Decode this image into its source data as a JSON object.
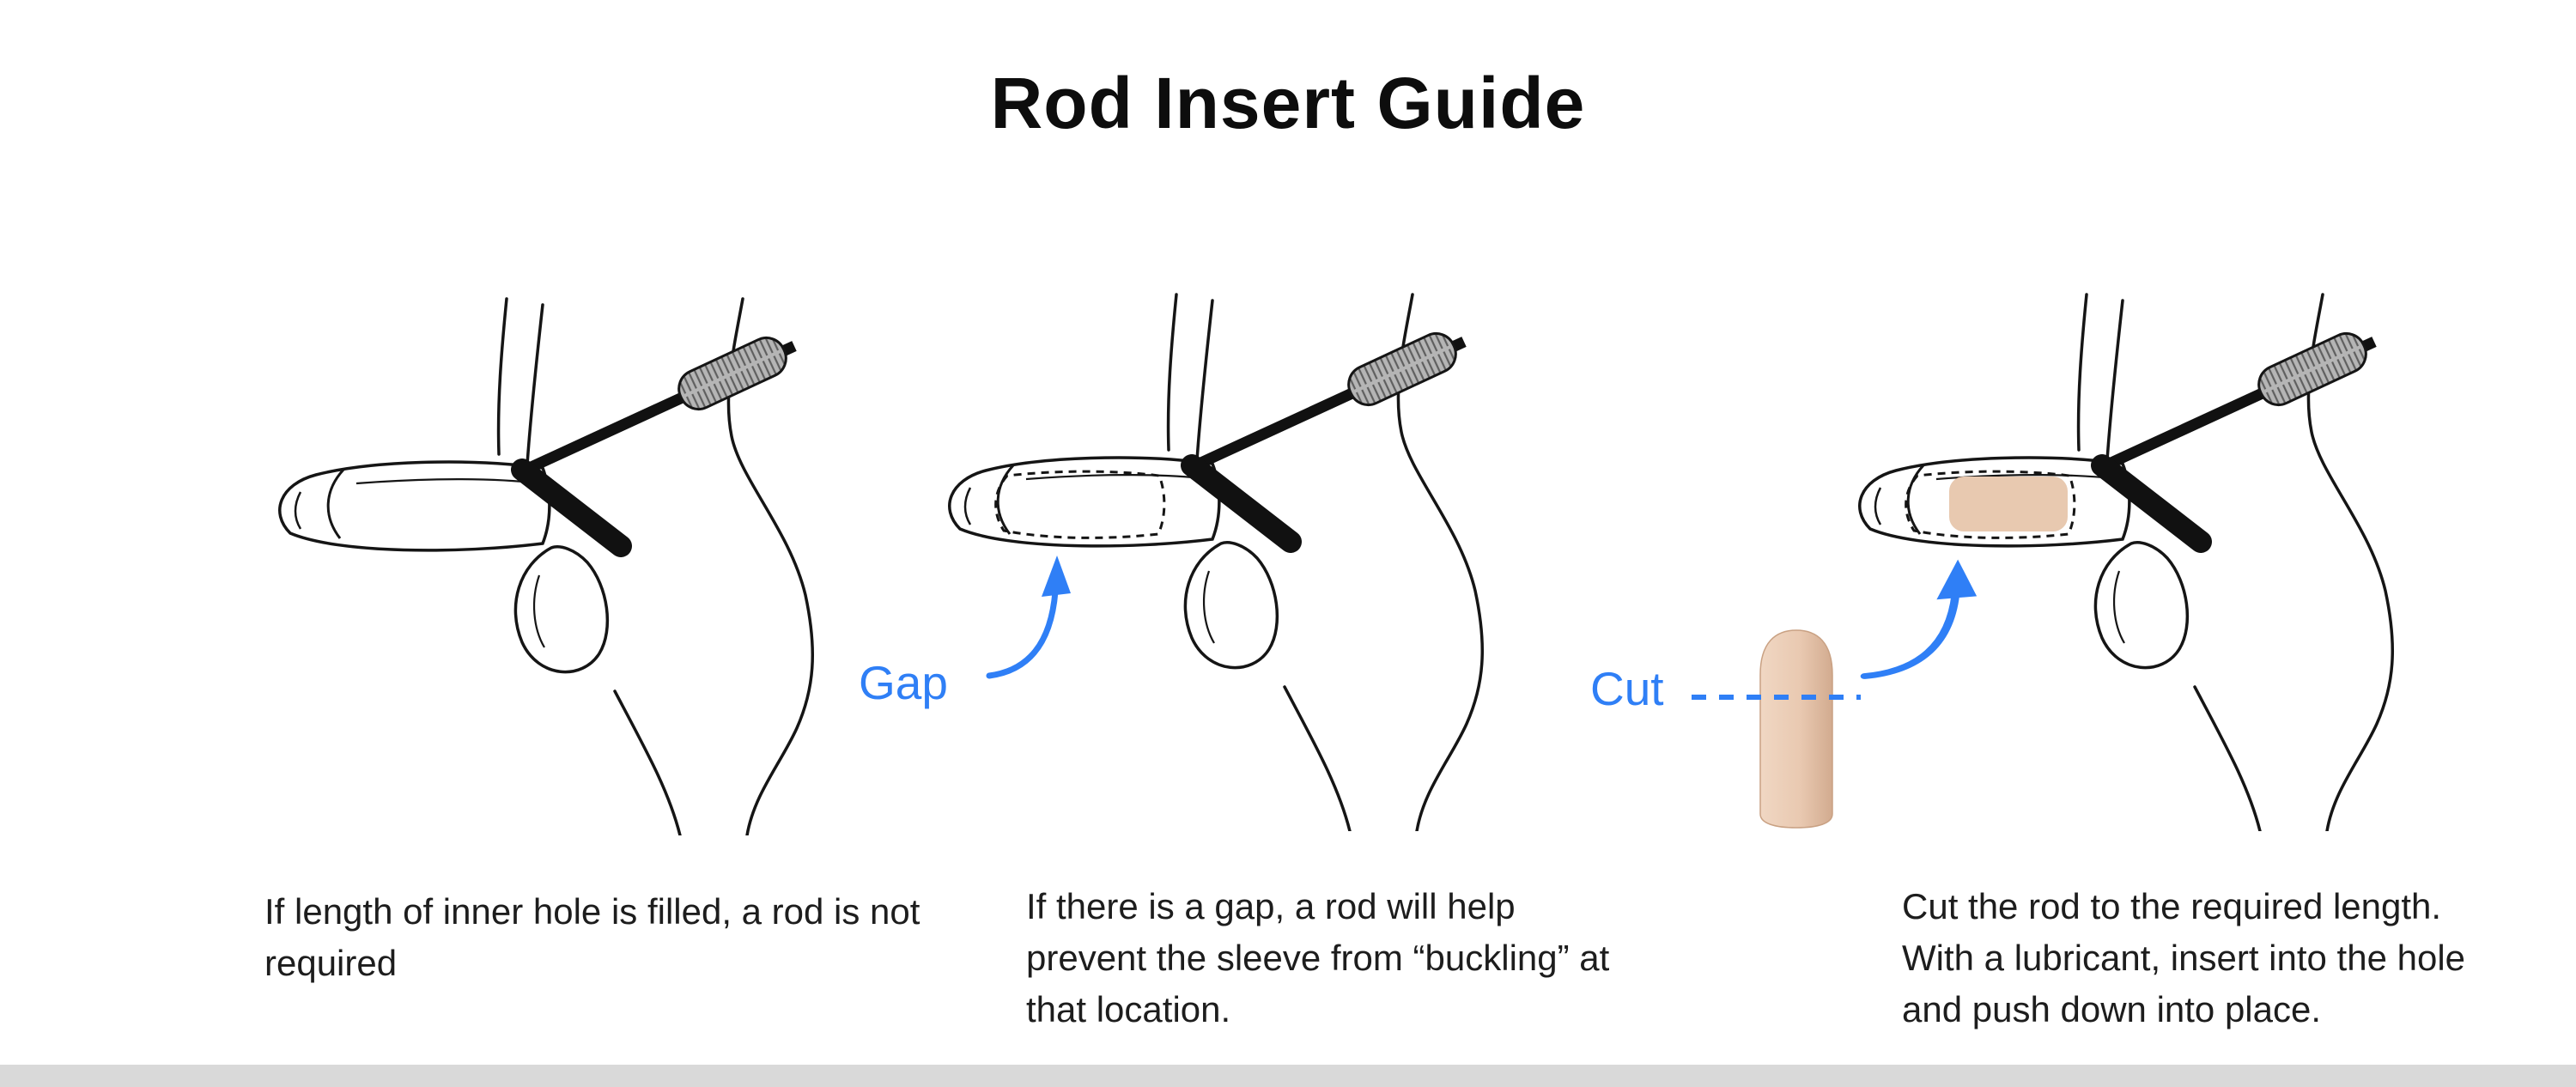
{
  "title": "Rod Insert Guide",
  "panels": [
    {
      "id": "no-rod",
      "caption": "If length of inner hole is filled, a rod is not required"
    },
    {
      "id": "gap",
      "label": "Gap",
      "caption": "If there is a gap, a rod will help prevent the sleeve from “buckling” at that location."
    },
    {
      "id": "cut",
      "label": "Cut",
      "caption": "Cut the rod to the required length. With a lubricant, insert into the hole and push down into place."
    }
  ],
  "colors": {
    "accent_blue": "#2F7FF6",
    "rod_beige": "#E8C9B0",
    "pad_gray": "#B5B5B5",
    "line_black": "#151515",
    "footer_gray": "#D9D9D9"
  }
}
